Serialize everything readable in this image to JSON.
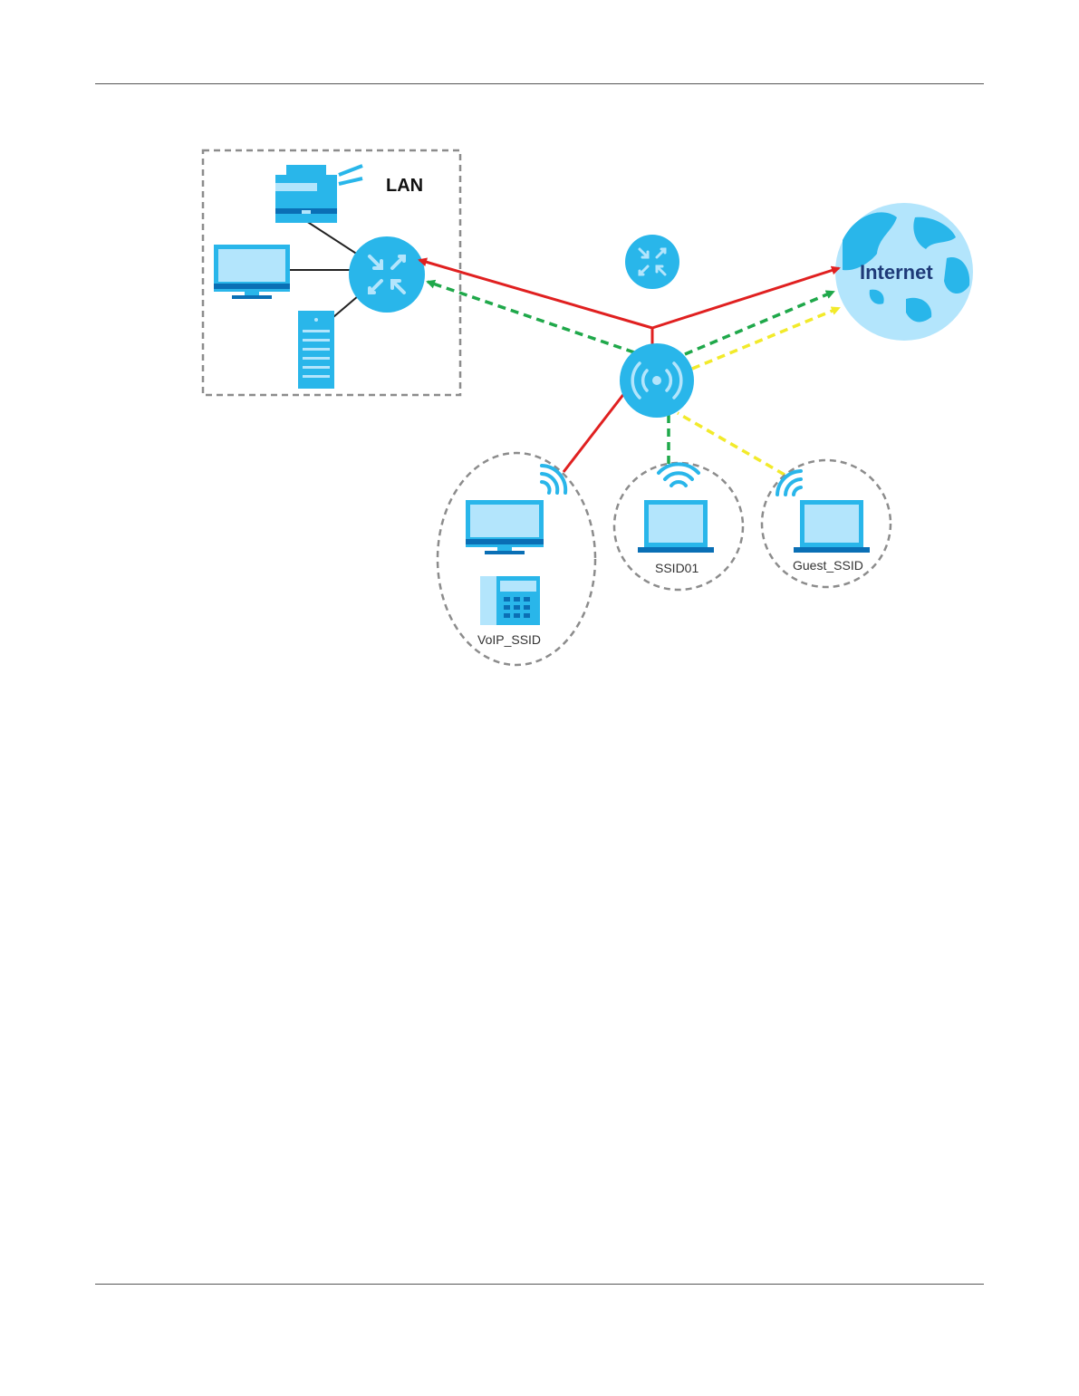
{
  "page": {
    "header_rule": true,
    "footer_rule": true
  },
  "diagram": {
    "labels": {
      "lan": "LAN",
      "internet": "Internet",
      "voip_ssid": "VoIP_SSID",
      "ssid01": "SSID01",
      "guest_ssid": "Guest_SSID"
    },
    "colors": {
      "device_blue": "#29b6ea",
      "device_light": "#b3e5fc",
      "device_dark": "#0a6fb5",
      "voip_path": "#e02020",
      "ssid01_path": "#1fa84a",
      "guest_path": "#f2ea2a",
      "boundary": "#8c8c8c"
    },
    "icons": [
      "mfp-printer-icon",
      "desktop-monitor-icon",
      "server-tower-icon",
      "router-icon",
      "access-point-icon",
      "globe-icon",
      "laptop-icon",
      "ip-phone-icon",
      "wifi-signal-icon"
    ]
  }
}
